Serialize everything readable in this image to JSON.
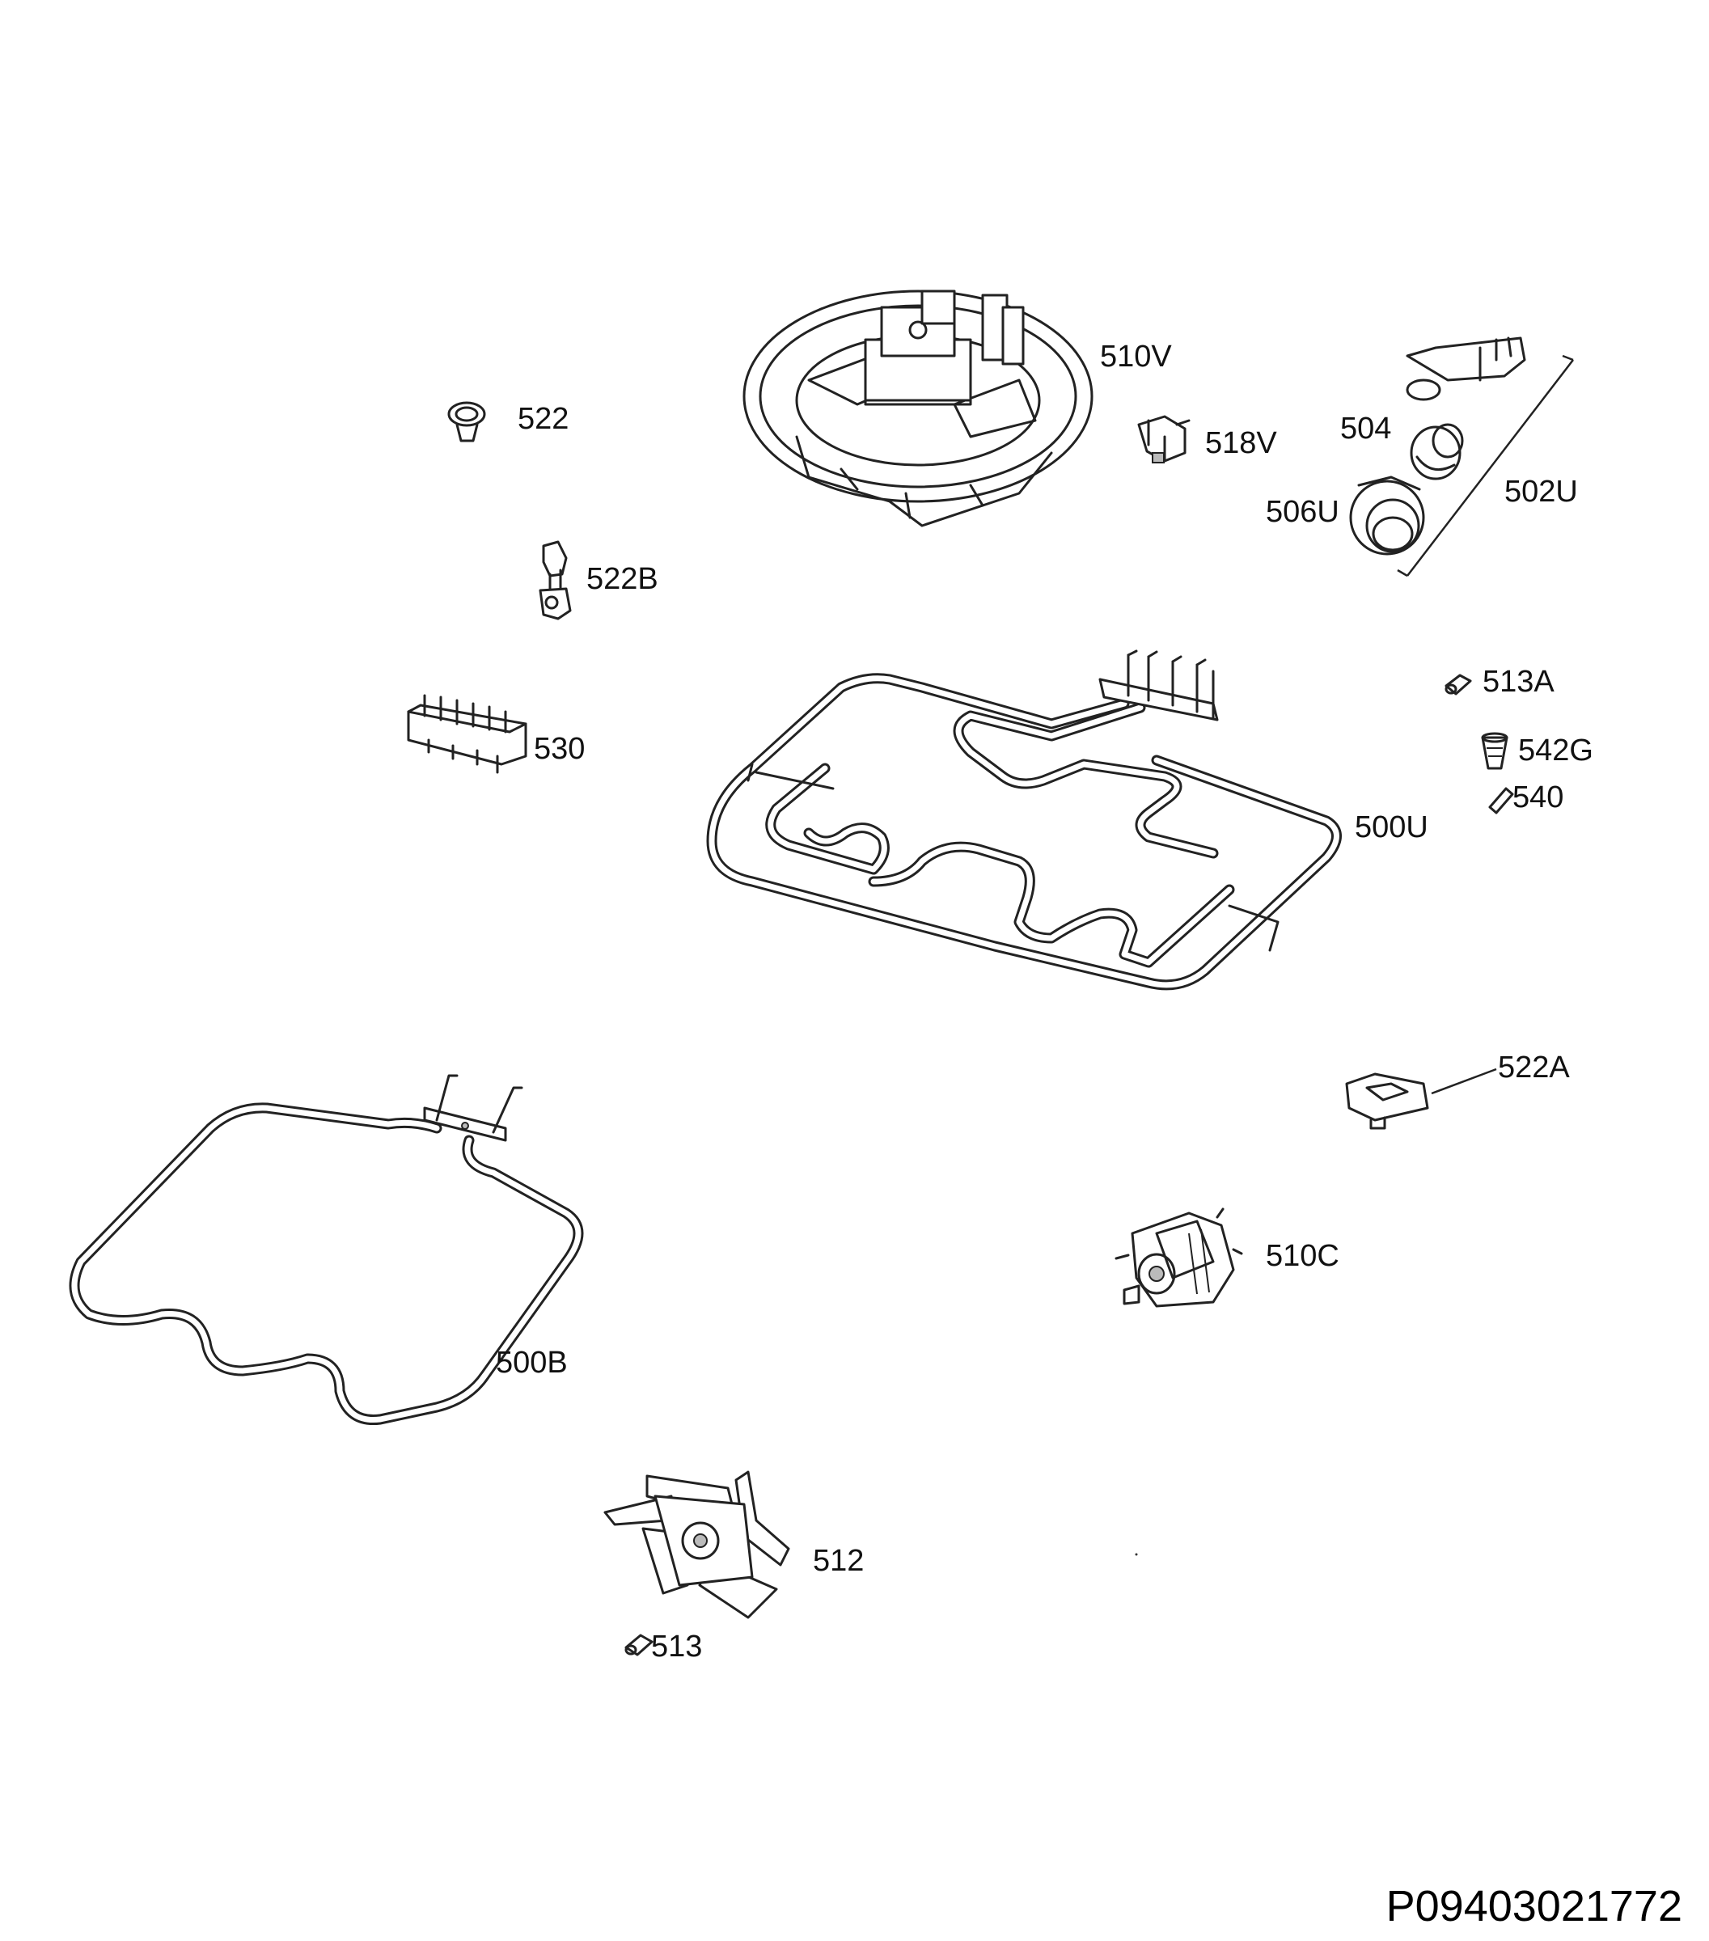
{
  "document_id": "P09403021772",
  "parts": [
    {
      "id": "510V",
      "label": "510V",
      "icon": "fan-motor-housing-icon"
    },
    {
      "id": "522",
      "label": "522",
      "icon": "clip-icon"
    },
    {
      "id": "518V",
      "label": "518V",
      "icon": "bracket-icon"
    },
    {
      "id": "504",
      "label": "504",
      "icon": "lamp-glass-icon"
    },
    {
      "id": "506U",
      "label": "506U",
      "icon": "lamp-holder-icon"
    },
    {
      "id": "502U",
      "label": "502U",
      "icon": "lamp-assembly-icon"
    },
    {
      "id": "522B",
      "label": "522B",
      "icon": "thermostat-icon"
    },
    {
      "id": "513A",
      "label": "513A",
      "icon": "nut-icon"
    },
    {
      "id": "530",
      "label": "530",
      "icon": "terminal-block-icon"
    },
    {
      "id": "542G",
      "label": "542G",
      "icon": "plug-icon"
    },
    {
      "id": "540",
      "label": "540",
      "icon": "pin-icon"
    },
    {
      "id": "500U",
      "label": "500U",
      "icon": "upper-heating-element-icon"
    },
    {
      "id": "522A",
      "label": "522A",
      "icon": "safety-thermostat-icon"
    },
    {
      "id": "510C",
      "label": "510C",
      "icon": "motor-icon"
    },
    {
      "id": "500B",
      "label": "500B",
      "icon": "lower-heating-element-icon"
    },
    {
      "id": "512",
      "label": "512",
      "icon": "fan-blade-icon"
    },
    {
      "id": "513",
      "label": "513",
      "icon": "nut-icon"
    }
  ]
}
